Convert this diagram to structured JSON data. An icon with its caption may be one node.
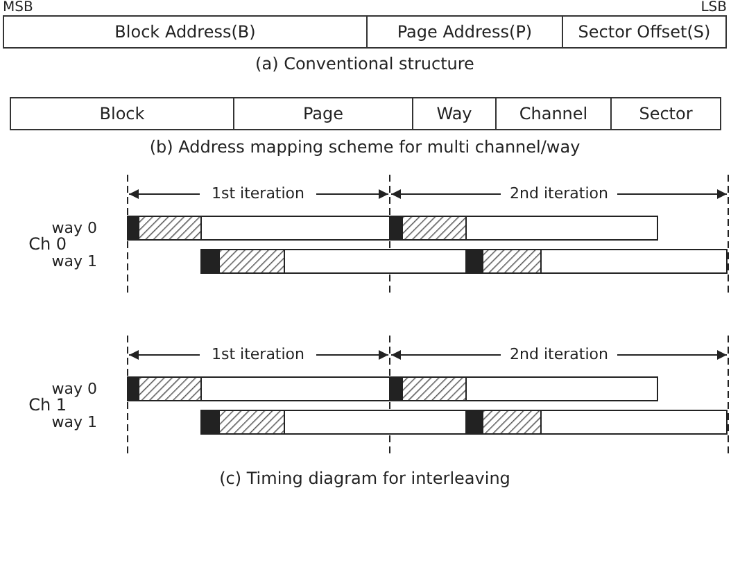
{
  "diagram": {
    "nodes": [
      {
        "text": [
          "Block Address(B)"
        ]
      },
      {
        "text": [
          "Page Address(P)"
        ]
      },
      {
        "text": [
          "Sector Offset(S)"
        ]
      },
      {
        "text": [
          "Block"
        ]
      },
      {
        "text": [
          "Page"
        ]
      },
      {
        "text": [
          "Way"
        ]
      },
      {
        "text": [
          "Channel"
        ]
      },
      {
        "text": [
          "Sector"
        ]
      }
    ],
    "labels": [
      "MSB",
      "LSB",
      "(a) Conventional structure",
      "(b) Address mapping scheme for multi channel/way",
      "1st iteration",
      "2nd iteration",
      "way 0",
      "Ch 0",
      "way 1",
      "1st iteration",
      "2nd iteration",
      "way 0",
      "Ch 1",
      "way 1",
      "(c) Timing diagram for interleaving"
    ]
  }
}
